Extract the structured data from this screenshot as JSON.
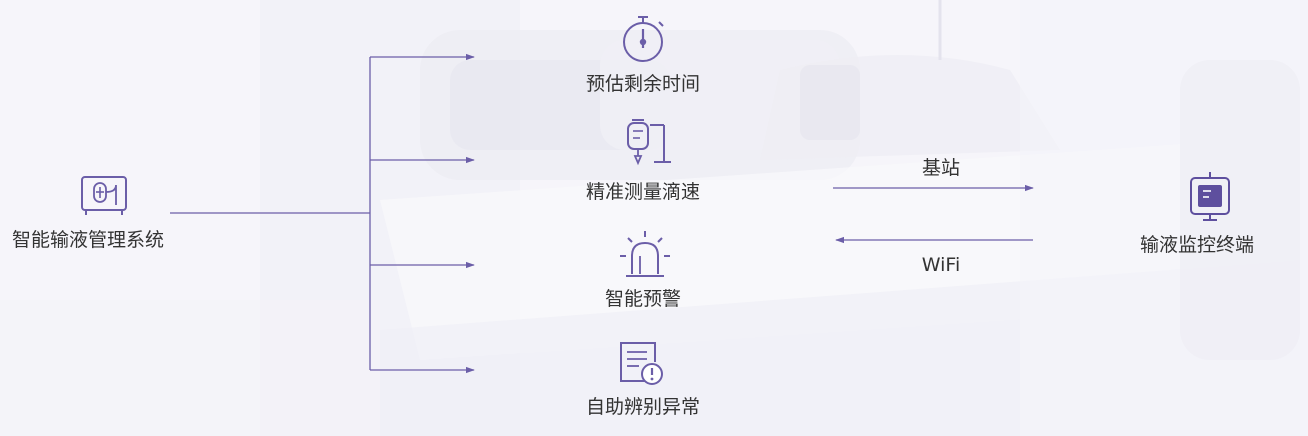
{
  "colors": {
    "accent": "#6b5ea8",
    "text": "#333333",
    "terminal_fill": "#5e4f9e"
  },
  "source": {
    "label": "智能输液管理系统",
    "icon": "infusion-monitor-icon"
  },
  "features": [
    {
      "label": "预估剩余时间",
      "icon": "stopwatch-icon"
    },
    {
      "label": "精准测量滴速",
      "icon": "iv-drip-icon"
    },
    {
      "label": "智能预警",
      "icon": "alarm-light-icon"
    },
    {
      "label": "自助辨别异常",
      "icon": "document-warning-icon"
    }
  ],
  "link": {
    "top_label": "基站",
    "bottom_label": "WiFi"
  },
  "terminal": {
    "label": "输液监控终端",
    "icon": "infusion-terminal-icon"
  }
}
